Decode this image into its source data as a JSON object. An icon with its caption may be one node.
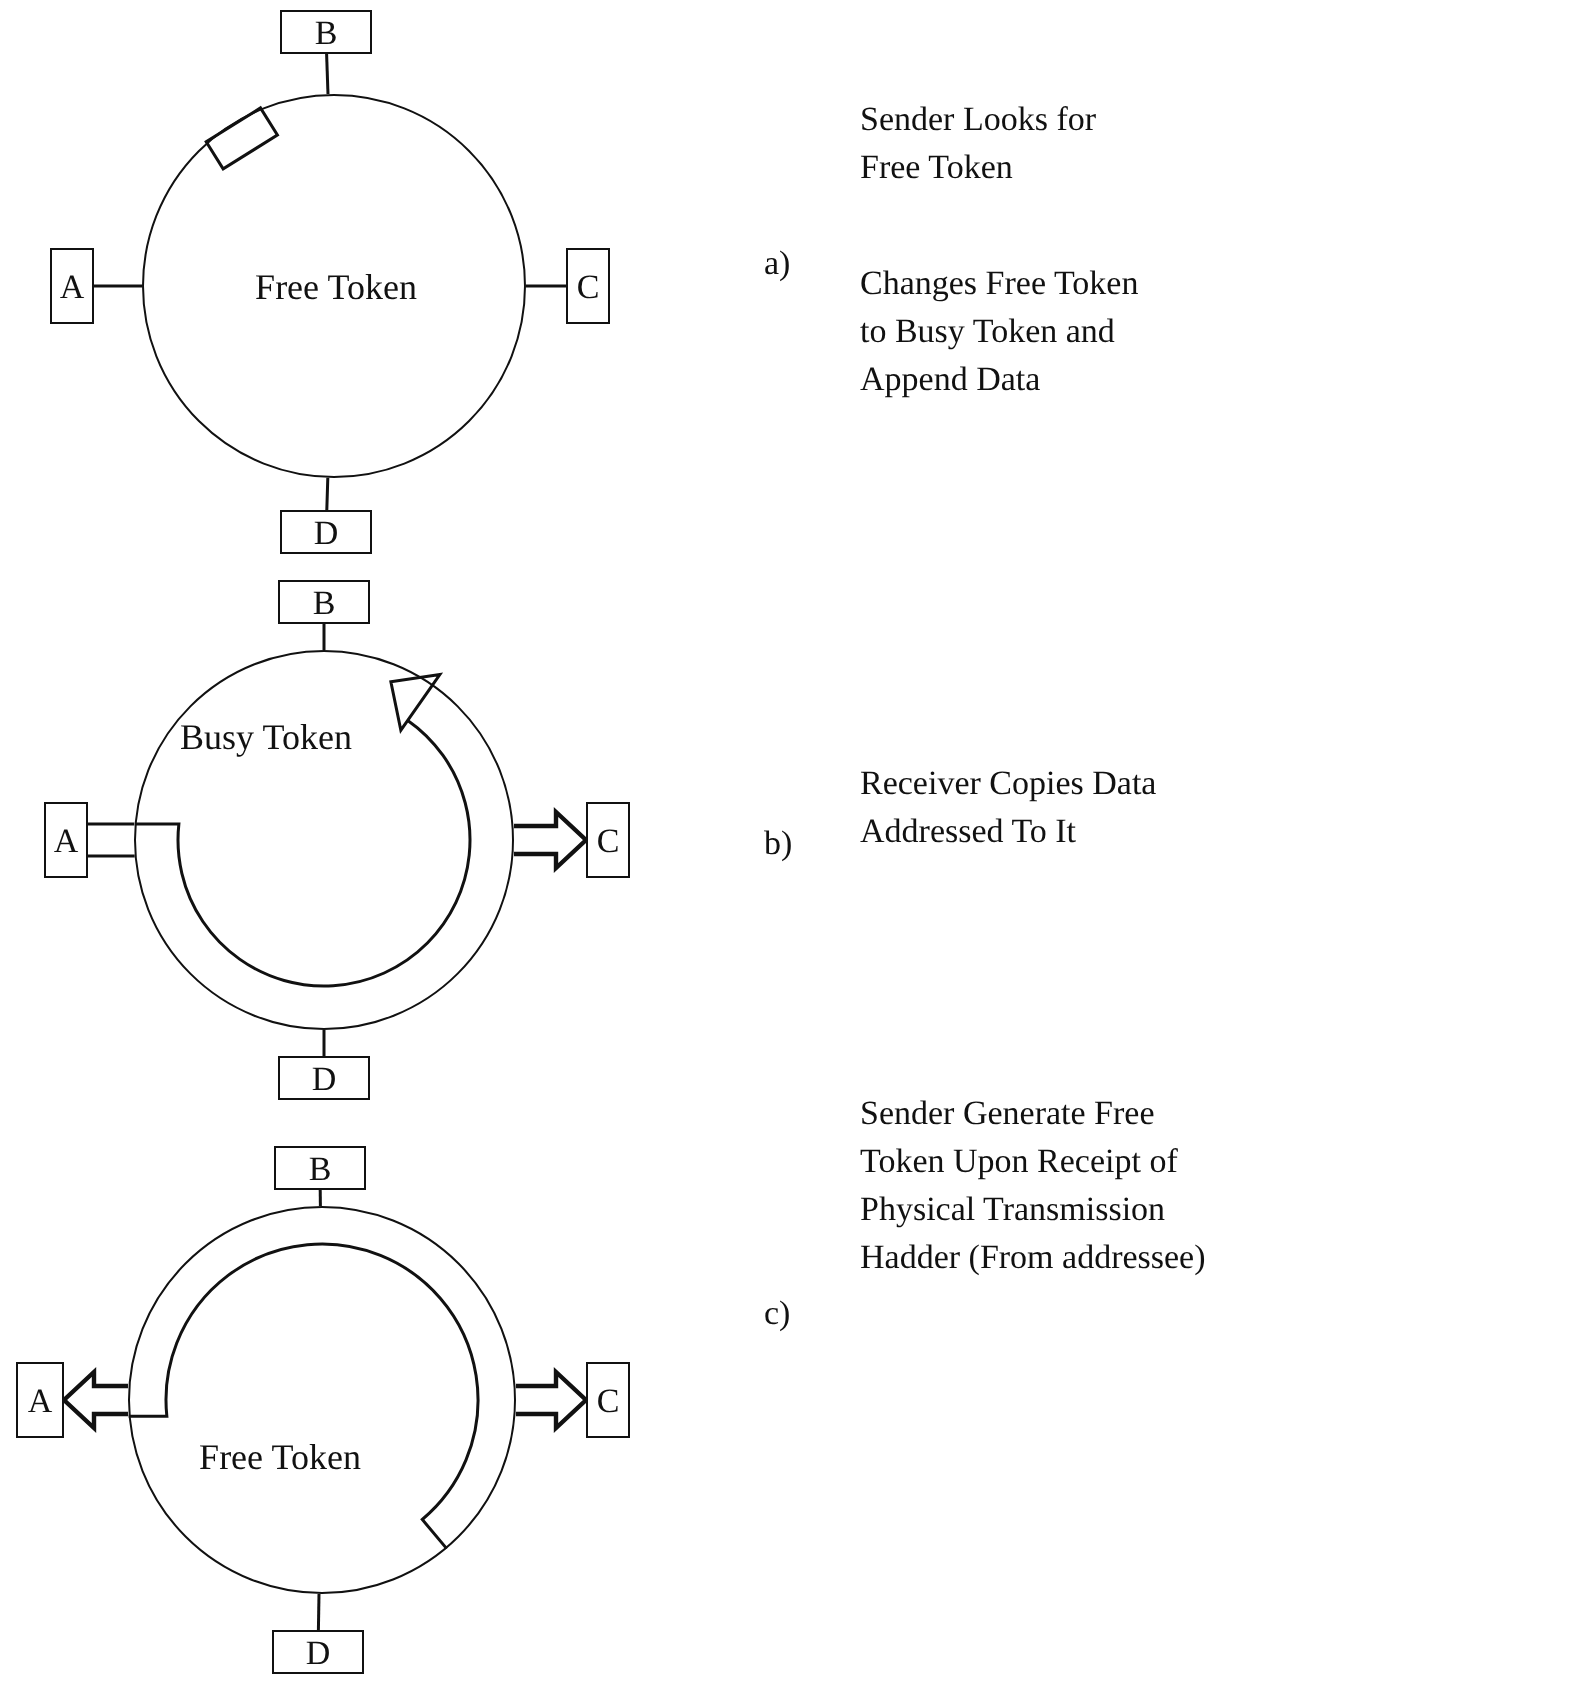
{
  "diagram": {
    "nodes": [
      {
        "text": [
          "B"
        ]
      },
      {
        "text": [
          "A"
        ]
      },
      {
        "text": [
          "Free Token"
        ]
      },
      {
        "text": [
          "C"
        ]
      },
      {
        "text": [
          "D"
        ]
      },
      {
        "text": [
          "B"
        ]
      },
      {
        "text": [
          "Busy Token"
        ]
      },
      {
        "text": [
          "A"
        ]
      },
      {
        "text": [
          "C"
        ]
      },
      {
        "text": [
          "D"
        ]
      },
      {
        "text": [
          "B"
        ]
      },
      {
        "text": [
          "A"
        ]
      },
      {
        "text": [
          "C"
        ]
      },
      {
        "text": [
          "Free Token"
        ]
      },
      {
        "text": [
          "D"
        ]
      }
    ],
    "edges": [
      {
        "from": 0,
        "to": 2,
        "arrow": "none"
      },
      {
        "from": 1,
        "to": 2,
        "arrow": "none"
      },
      {
        "from": 3,
        "to": 2,
        "arrow": "none"
      },
      {
        "from": 4,
        "to": 2,
        "arrow": "none"
      },
      {
        "from": 5,
        "to": 6,
        "arrow": "none"
      },
      {
        "from": 7,
        "to": 6,
        "arrow": "none"
      },
      {
        "from": 6,
        "to": 8,
        "arrow": "to",
        "style": "thick"
      },
      {
        "from": 9,
        "to": 6,
        "arrow": "none"
      },
      {
        "from": 10,
        "to": 13,
        "arrow": "none"
      },
      {
        "from": 13,
        "to": 11,
        "arrow": "to",
        "style": "thick"
      },
      {
        "from": 13,
        "to": 12,
        "arrow": "to",
        "style": "thick"
      },
      {
        "from": 14,
        "to": 13,
        "arrow": "none"
      }
    ],
    "labels": [
      "Sender Looks for Free Token",
      "a)",
      "Changes Free Token to Busy Token and Append Data",
      "b)",
      "Receiver Copies Data Addressed To It",
      "Sender Generate Free Token Upon Receipt of Physical Transmission Hadder (From addressee)",
      "c)"
    ]
  }
}
